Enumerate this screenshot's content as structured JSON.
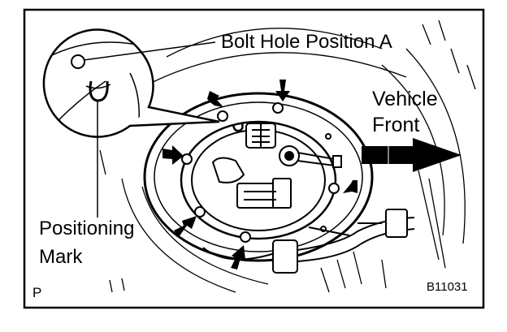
{
  "labels": {
    "bolt_hole": "Bolt Hole Position A",
    "vehicle": "Vehicle",
    "front": "Front",
    "positioning": "Positioning",
    "mark": "Mark",
    "view_letter": "P",
    "figure_code": "B11031"
  },
  "colors": {
    "ink": "#000000",
    "background": "#ffffff"
  }
}
